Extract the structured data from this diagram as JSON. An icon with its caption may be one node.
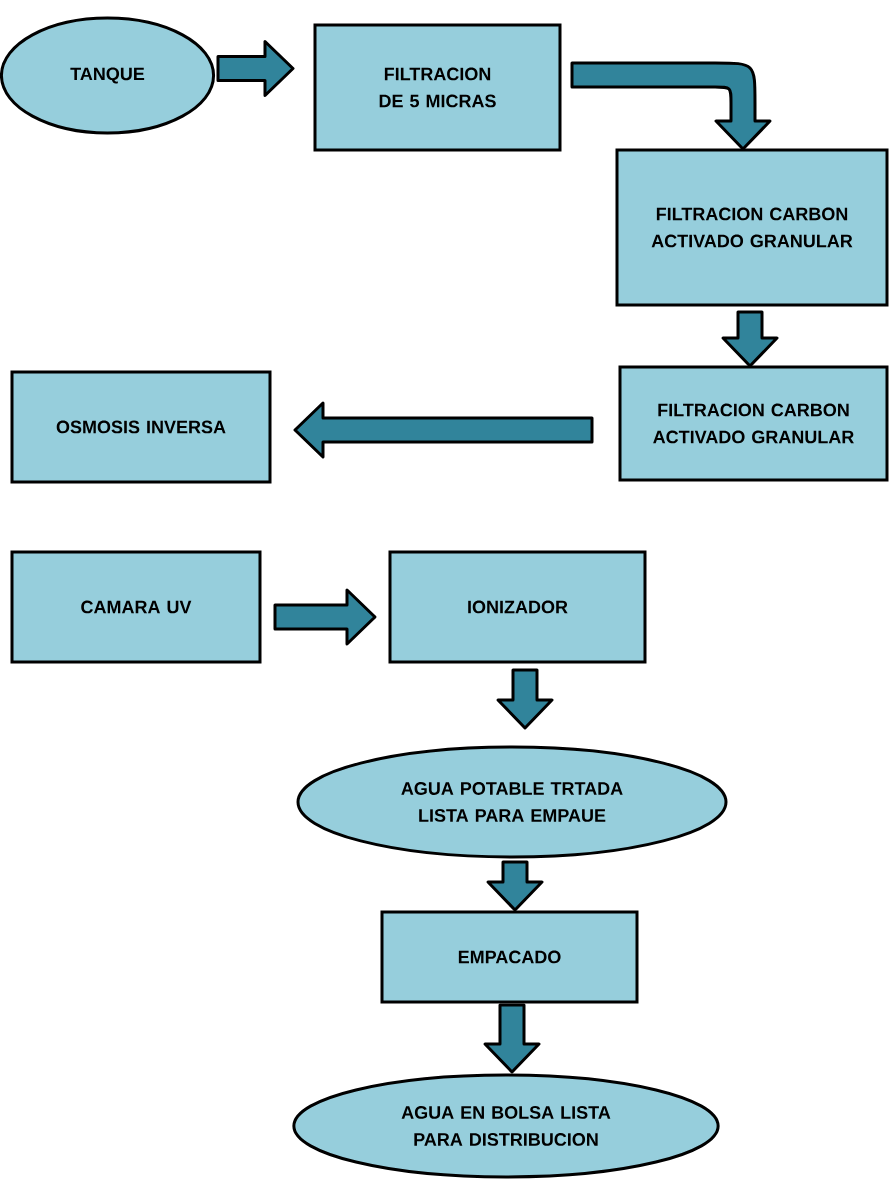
{
  "diagram": {
    "nodes": [
      {
        "text": [
          "TANQUE"
        ]
      },
      {
        "text": [
          "FILTRACION DE 5 MICRAS"
        ]
      },
      {
        "text": [
          "FILTRACION CARBON ACTIVADO GRANULAR"
        ]
      },
      {
        "text": [
          "FILTRACION CARBON ACTIVADO GRANULAR"
        ]
      },
      {
        "text": [
          "OSMOSIS INVERSA"
        ]
      },
      {
        "text": [
          "CAMARA UV"
        ]
      },
      {
        "text": [
          "IONIZADOR"
        ]
      },
      {
        "text": [
          "AGUA POTABLE TRTADA LISTA PARA EMPAUE"
        ]
      },
      {
        "text": [
          "EMPACADO"
        ]
      },
      {
        "text": [
          "AGUA EN BOLSA LISTA PARA DISTRIBUCION"
        ]
      }
    ],
    "edges": [
      {
        "from": 0,
        "to": 1,
        "arrow": "to"
      },
      {
        "from": 1,
        "to": 2,
        "arrow": "to"
      },
      {
        "from": 2,
        "to": 3,
        "arrow": "to"
      },
      {
        "from": 3,
        "to": 4,
        "arrow": "to"
      },
      {
        "from": 5,
        "to": 6,
        "arrow": "to"
      },
      {
        "from": 6,
        "to": 7,
        "arrow": "to"
      },
      {
        "from": 7,
        "to": 8,
        "arrow": "to"
      },
      {
        "from": 8,
        "to": 9,
        "arrow": "to"
      }
    ]
  }
}
